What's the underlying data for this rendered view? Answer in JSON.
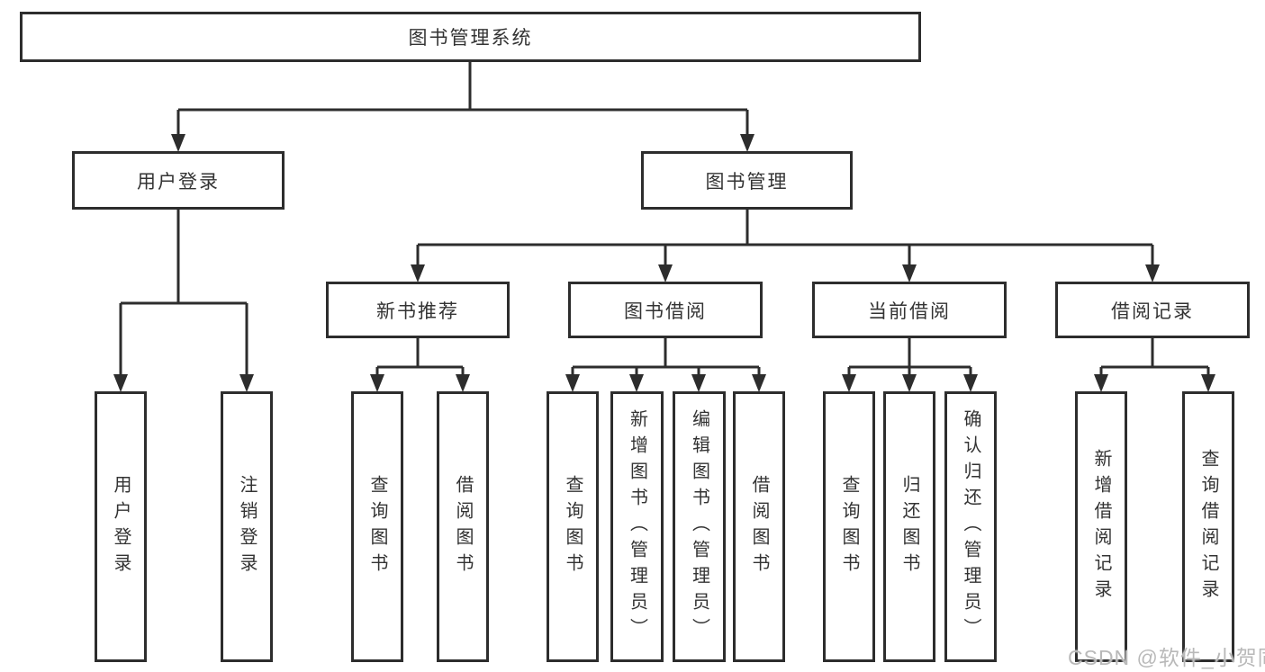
{
  "diagram_type": "hierarchy-tree",
  "tree": {
    "root": {
      "label": "图书管理系统"
    },
    "children": [
      {
        "label": "用户登录",
        "children": [
          {
            "label": "用户登录"
          },
          {
            "label": "注销登录"
          }
        ]
      },
      {
        "label": "图书管理",
        "children": [
          {
            "label": "新书推荐",
            "children": [
              {
                "label": "查询图书"
              },
              {
                "label": "借阅图书"
              }
            ]
          },
          {
            "label": "图书借阅",
            "children": [
              {
                "label": "查询图书"
              },
              {
                "label": "新增图书（管理员）"
              },
              {
                "label": "编辑图书（管理员）"
              },
              {
                "label": "借阅图书"
              }
            ]
          },
          {
            "label": "当前借阅",
            "children": [
              {
                "label": "查询图书"
              },
              {
                "label": "归还图书"
              },
              {
                "label": "确认归还（管理员）"
              }
            ]
          },
          {
            "label": "借阅记录",
            "children": [
              {
                "label": "新增借阅记录"
              },
              {
                "label": "查询借阅记录"
              }
            ]
          }
        ]
      }
    ]
  },
  "watermark": {
    "text": "CSDN @软件_小贺同学"
  },
  "colors": {
    "line": "#2d2d2d",
    "box_border": "#2d2d2d",
    "text": "#333333",
    "watermark": "#b9b9b9",
    "background": "#ffffff"
  }
}
